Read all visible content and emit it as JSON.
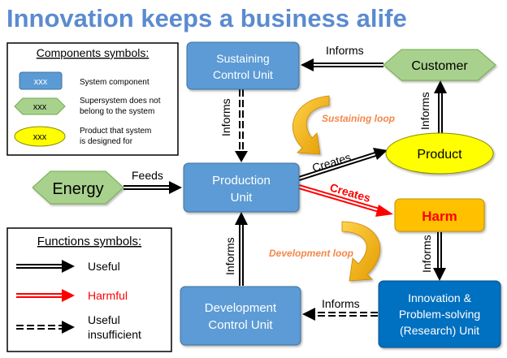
{
  "title": "Innovation keeps a business alife",
  "colors": {
    "title": "#5b8bd0",
    "component_fill": "#5b9bd5",
    "component_text": "#ffffff",
    "supersystem_fill": "#a9d18e",
    "product_fill": "#ffff00",
    "harm_fill": "#ffc000",
    "harm_text": "#ff0000",
    "research_fill": "#0070c0",
    "harmful_arrow": "#ff0000",
    "loop_arrow": "#f2a900",
    "loop_text": "#f4874b"
  },
  "nodes": {
    "sustaining_control": [
      "Sustaining",
      "Control Unit"
    ],
    "customer": "Customer",
    "product": "Product",
    "energy": "Energy",
    "production": [
      "Production",
      "Unit"
    ],
    "harm": "Harm",
    "development_control": [
      "Development",
      "Control Unit"
    ],
    "research": [
      "Innovation &",
      "Problem-solving",
      "(Research) Unit"
    ]
  },
  "edges": {
    "informs_customer_sustaining": "Informs",
    "informs_sustaining_production": "Informs",
    "informs_product_customer": "Informs",
    "creates_product": "Creates",
    "creates_harm": "Creates",
    "feeds": "Feeds",
    "informs_development_production": "Informs",
    "informs_harm_research": "Informs",
    "informs_research_development": "Informs"
  },
  "loops": {
    "sustaining": "Sustaining loop",
    "development": "Development loop"
  },
  "components_legend": {
    "title": "Components symbols:",
    "items": [
      {
        "symbol": "xxx",
        "text": [
          "System component"
        ]
      },
      {
        "symbol": "xxx",
        "text": [
          "Supersystem does not",
          "belong to the system"
        ]
      },
      {
        "symbol": "xxx",
        "text": [
          "Product that system",
          "is designed for"
        ]
      }
    ]
  },
  "functions_legend": {
    "title": "Functions symbols:",
    "items": [
      {
        "text": [
          "Useful"
        ],
        "color": "#000000"
      },
      {
        "text": [
          "Harmful"
        ],
        "color": "#ff0000"
      },
      {
        "text": [
          "Useful",
          "insufficient"
        ],
        "color": "#000000"
      }
    ]
  }
}
